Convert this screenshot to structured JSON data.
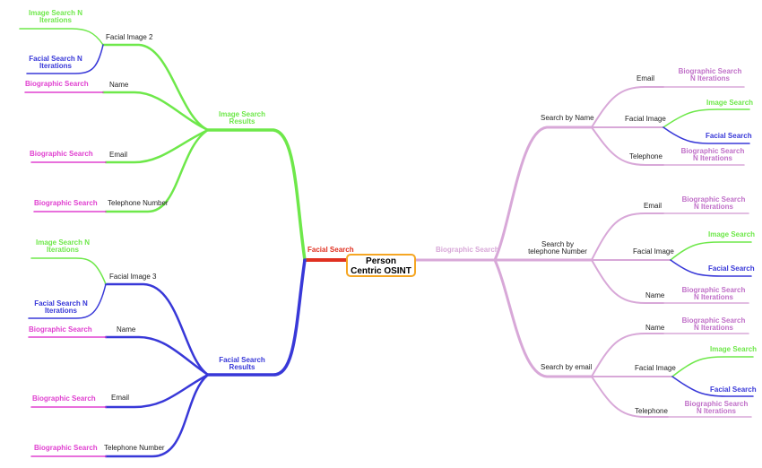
{
  "root": {
    "line1": "Person",
    "line2": "Centric OSINT"
  },
  "colors": {
    "green": "#6ee84a",
    "blue": "#3838d8",
    "pink": "#e040d0",
    "lilac": "#d8a8d8",
    "red": "#e03020",
    "orange": "#f5a623"
  },
  "left": {
    "facial_search": "Facial Search",
    "image_search_results": {
      "line1": "Image Search",
      "line2": "Results"
    },
    "facial_search_results": {
      "line1": "Facial Search",
      "line2": "Results"
    },
    "image_branch": {
      "facial_image": "Facial Image 2",
      "image_search_n": {
        "line1": "Image Search N",
        "line2": "Iterations"
      },
      "facial_search_n": {
        "line1": "Facial Search N",
        "line2": "Iterations"
      },
      "name": "Name",
      "email": "Email",
      "telephone": "Telephone Number",
      "bio_name": "Biographic Search",
      "bio_email": "Biographic Search",
      "bio_tel": "Biographic Search"
    },
    "facial_branch": {
      "facial_image": "Facial Image 3",
      "image_search_n": {
        "line1": "Image Search N",
        "line2": "Iterations"
      },
      "facial_search_n": {
        "line1": "Facial Search N",
        "line2": "Iterations"
      },
      "name": "Name",
      "email": "Email",
      "telephone": "Telephone Number",
      "bio_name": "Biographic Search",
      "bio_email": "Biographic Search",
      "bio_tel": "Biographic Search"
    }
  },
  "right": {
    "biographic_search": "Biographic Search",
    "by_name": {
      "label": "Search by Name",
      "email": "Email",
      "facial_image": "Facial Image",
      "telephone": "Telephone",
      "bio_email": {
        "line1": "Biographic Search",
        "line2": "N Iterations"
      },
      "bio_tel": {
        "line1": "Biographic Search",
        "line2": "N Iterations"
      },
      "image_search": "Image Search",
      "facial_search": "Facial Search"
    },
    "by_telephone": {
      "label_line1": "Search by",
      "label_line2": "telephone Number",
      "email": "Email",
      "facial_image": "Facial Image",
      "name": "Name",
      "bio_email": {
        "line1": "Biographic Search",
        "line2": "N Iterations"
      },
      "bio_name": {
        "line1": "Biographic Search",
        "line2": "N Iterations"
      },
      "image_search": "Image Search",
      "facial_search": "Facial Search"
    },
    "by_email": {
      "label": "Search by email",
      "name": "Name",
      "facial_image": "Facial Image",
      "telephone": "Telephone",
      "bio_name": {
        "line1": "Biographic Search",
        "line2": "N Iterations"
      },
      "bio_tel": {
        "line1": "Biographic Search",
        "line2": "N Iterations"
      },
      "image_search": "Image Search",
      "facial_search": "Facial Search"
    }
  }
}
